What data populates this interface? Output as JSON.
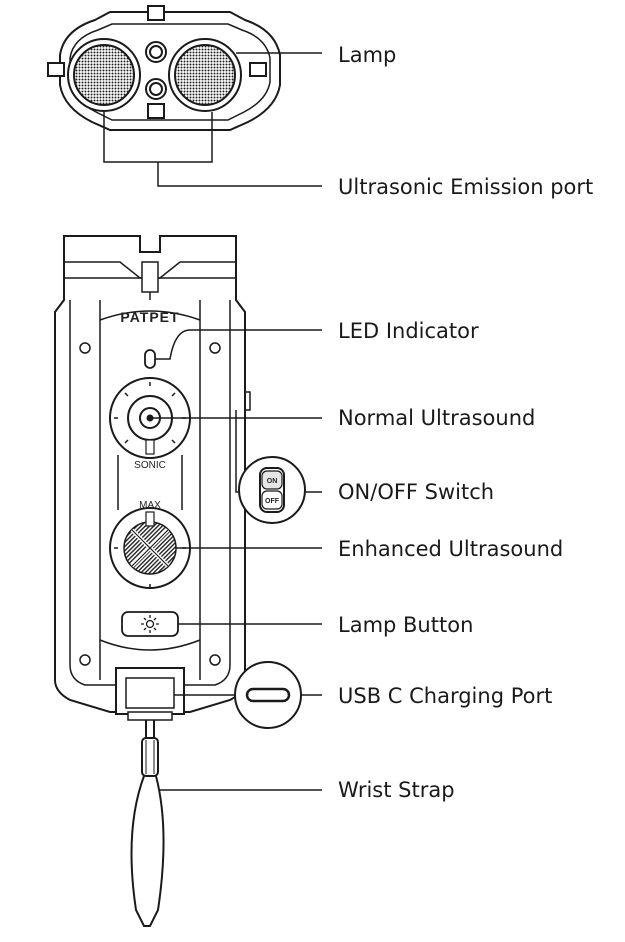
{
  "brand": "PATPET",
  "device_labels": {
    "sonic": "SONIC",
    "max": "MAX",
    "switch_on": "ON",
    "switch_off": "OFF"
  },
  "callouts": {
    "lamp": "Lamp",
    "ultrasonic_emission_port": "Ultrasonic Emission port",
    "led_indicator": "LED Indicator",
    "normal_ultrasound": "Normal Ultrasound",
    "on_off_switch": "ON/OFF Switch",
    "enhanced_ultrasound": "Enhanced Ultrasound",
    "lamp_button": "Lamp Button",
    "usb_c_charging_port": "USB C Charging Port",
    "wrist_strap": "Wrist Strap"
  },
  "colors": {
    "line": "#1a1a1a",
    "background": "#ffffff"
  }
}
